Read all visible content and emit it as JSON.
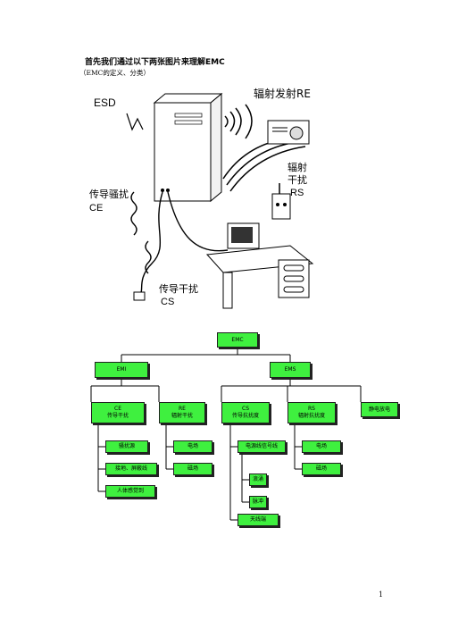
{
  "page": {
    "heading": "首先我们通过以下两张图片来理解EMC",
    "subheading": "（EMC的定义、分类）",
    "page_number": "1"
  },
  "illustration": {
    "labels": {
      "esd": "ESD",
      "re": "辐射发射RE",
      "rs_line1": "辐射",
      "rs_line2": "干扰",
      "rs_line3": "RS",
      "ce_line1": "传导骚扰",
      "ce_line2": "CE",
      "cs_line1": "传导干扰",
      "cs_line2": "CS"
    }
  },
  "tree": {
    "root": "EMC",
    "emi": "EMI",
    "ems": "EMS",
    "ce": {
      "line1": "CE",
      "line2": "传导干扰"
    },
    "re": {
      "line1": "RE",
      "line2": "辐射干扰"
    },
    "cs": {
      "line1": "CS",
      "line2": "传导抗扰度"
    },
    "rs": {
      "line1": "RS",
      "line2": "辐射抗扰度"
    },
    "esd": "静电放电",
    "ce_children": [
      "骚扰源",
      "接地、屏蔽线",
      "人体感觉到"
    ],
    "re_children": [
      "电场",
      "磁场"
    ],
    "cs_children": [
      "电源线信号线",
      "浪涌",
      "脉冲",
      "天线端"
    ],
    "rs_children": [
      "电场",
      "磁场"
    ]
  },
  "colors": {
    "node_fill": "#3ff03f",
    "node_border": "#202020"
  }
}
